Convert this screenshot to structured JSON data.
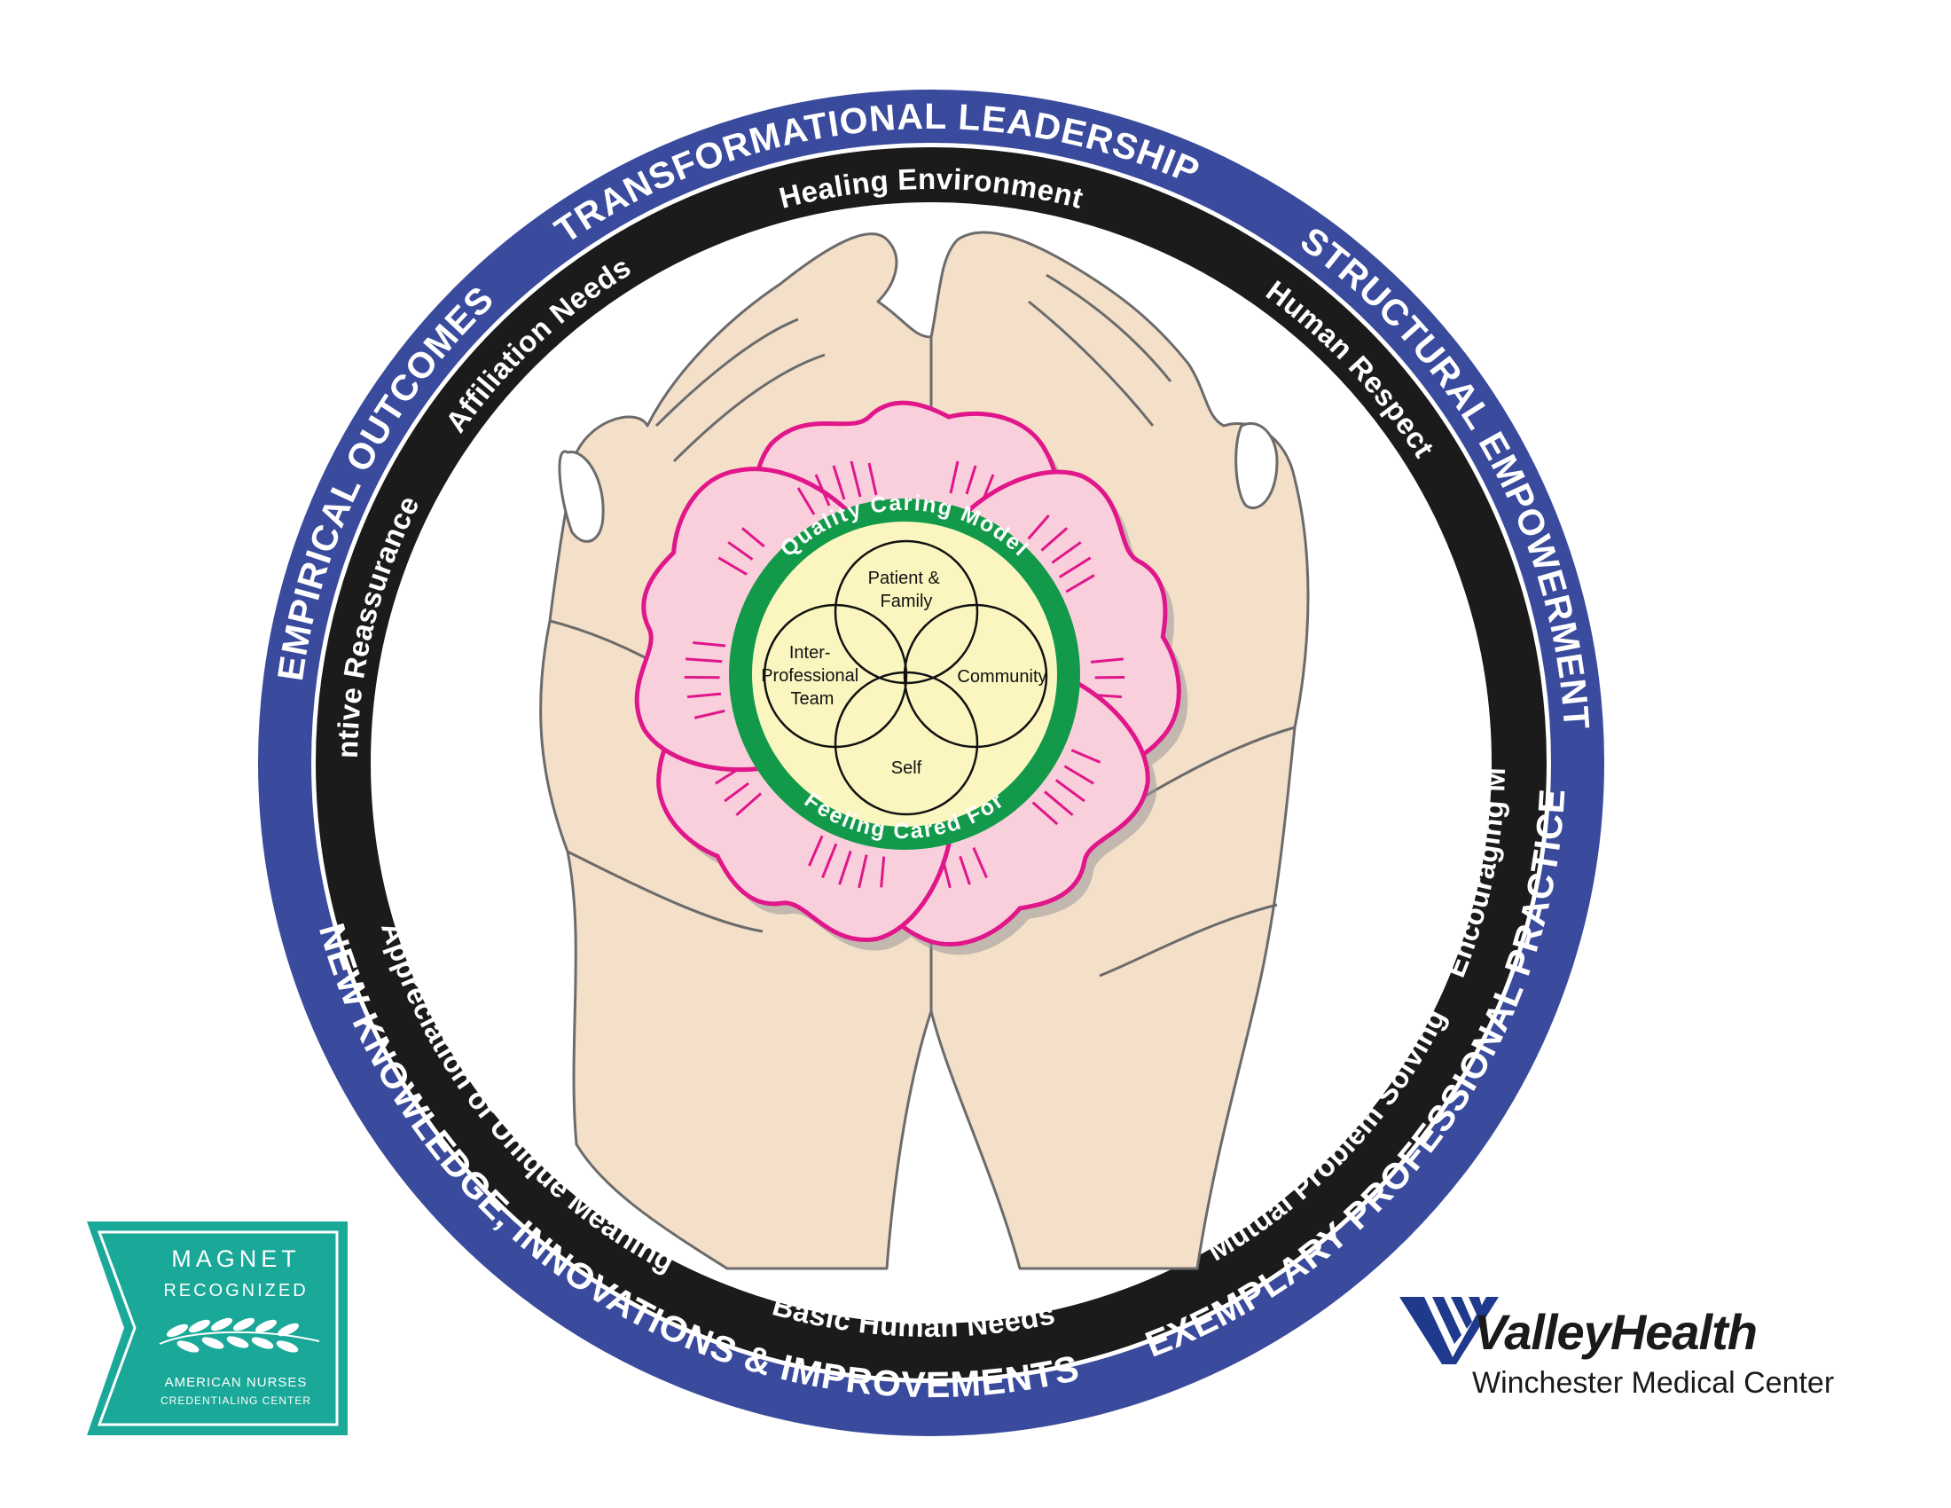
{
  "outer_ring": {
    "color": "#3a4a9c",
    "labels": {
      "top": "TRANSFORMATIONAL LEADERSHIP",
      "upper_right": "STRUCTURAL EMPOWERMENT",
      "lower_right": "EXEMPLARY PROFESSIONAL PRACTICE",
      "bottom": "NEW KNOWLEDGE, INNOVATIONS & IMPROVEMENTS",
      "left": "EMPIRICAL OUTCOMES"
    }
  },
  "inner_ring": {
    "color": "#1b1b1b",
    "labels": {
      "top": "Healing Environment",
      "upper_right": "Human Respect",
      "right": "Encouraging Manner",
      "lower_right": "Mutual Problem Solving",
      "bottom": "Basic Human Needs",
      "lower_left": "Appreciation of Unique Meaning",
      "left": "Attentive Reassurance",
      "upper_left": "Affiliation Needs"
    }
  },
  "center": {
    "ring_color": "#129a4a",
    "core_color": "#fbf6c0",
    "top_label": "Quality Caring Model",
    "bottom_label": "Feeling Cared For",
    "venn": {
      "top_line1": "Patient &",
      "top_line2": "Family",
      "left_line1": "Inter-",
      "left_line2": "Professional",
      "left_line3": "Team",
      "right": "Community",
      "bottom": "Self"
    }
  },
  "flower": {
    "petal_color": "#f9cfdc",
    "outline_color": "#e0168a"
  },
  "hands": {
    "skin_color": "#f4dfc9",
    "outline_color": "#6b6b6b"
  },
  "magnet_badge": {
    "color": "#1aa898",
    "line1": "MAGNET",
    "line2": "RECOGNIZED",
    "line3": "AMERICAN NURSES",
    "line4": "CREDENTIALING CENTER"
  },
  "valley_health": {
    "name": "ValleyHealth",
    "subtitle": "Winchester Medical Center",
    "logo_color": "#1f3a8c"
  }
}
